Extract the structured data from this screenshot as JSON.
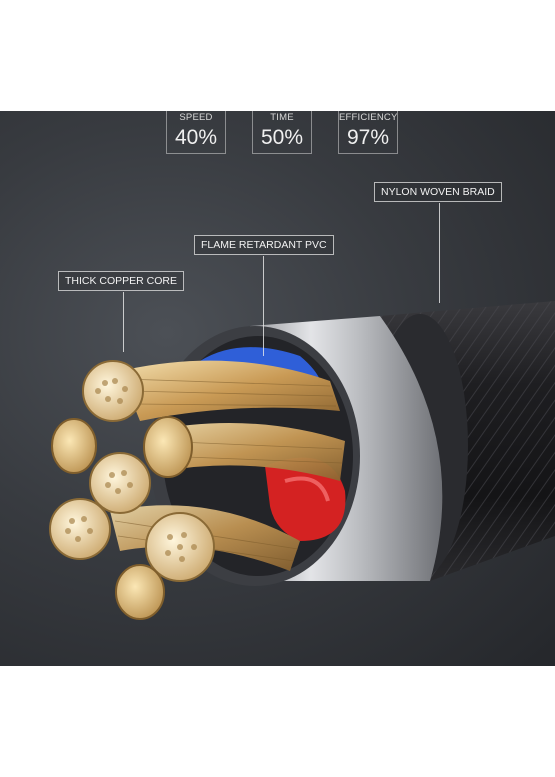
{
  "stats": [
    {
      "label": "SPEED",
      "value": "40%"
    },
    {
      "label": "TIME",
      "value": "50%"
    },
    {
      "label": "EFFICIENCY",
      "value": "97%"
    }
  ],
  "callouts": {
    "nylon": "NYLON WOVEN BRAID",
    "pvc": "FLAME RETARDANT PVC",
    "copper": "THICK COPPER CORE"
  },
  "colors": {
    "background": "#383b40",
    "copper": "#d9b77a",
    "insulation_blue": "#2f5fd8",
    "insulation_red": "#d42222",
    "sheath": "#c9cbcf",
    "braid": "#1b1b1d"
  }
}
